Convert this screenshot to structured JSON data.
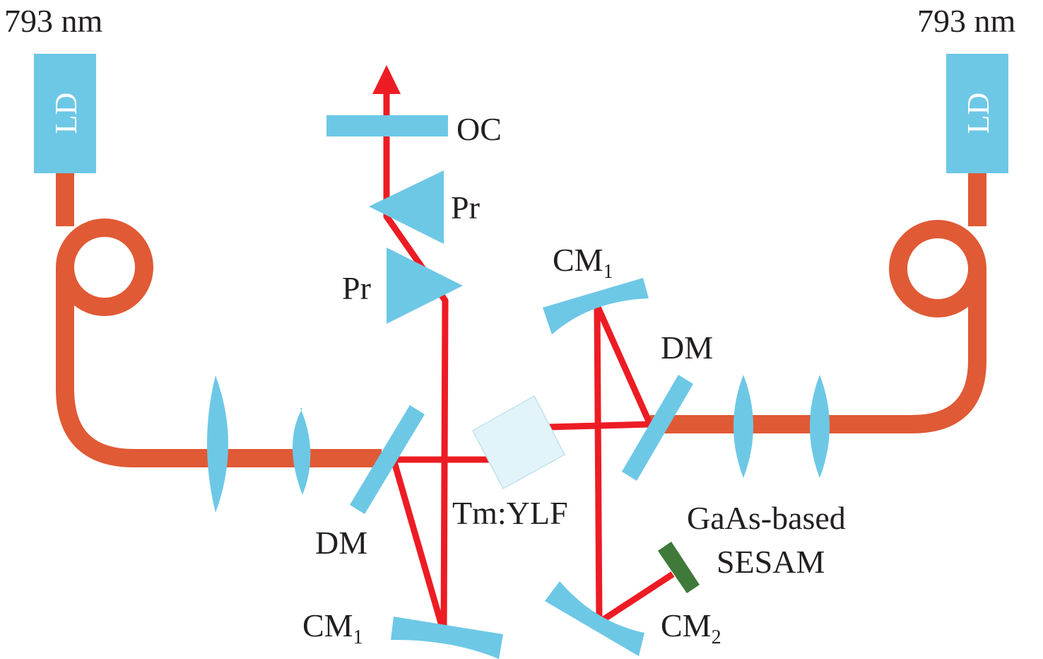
{
  "left_source": {
    "wavelength": "793 nm",
    "diode_label": "LD"
  },
  "right_source": {
    "wavelength": "793 nm",
    "diode_label": "LD"
  },
  "labels": {
    "output_coupler": "OC",
    "prism_upper": "Pr",
    "prism_lower": "Pr",
    "cm1_top": {
      "base": "CM",
      "subscript": "1"
    },
    "cm1_bottom": {
      "base": "CM",
      "subscript": "1"
    },
    "cm2": {
      "base": "CM",
      "subscript": "2"
    },
    "dm_left": "DM",
    "dm_right": "DM",
    "crystal": "Tm:YLF",
    "sesam_line1": "GaAs-based",
    "sesam_line2": "SESAM"
  },
  "colors": {
    "laser_beam": "#ed1c24",
    "pump_fiber": "#e05a35",
    "optic": "#6dc8e6",
    "crystal_fill": "#e2f4f9",
    "sesam": "#3f7a3a",
    "text": "#231f20"
  }
}
